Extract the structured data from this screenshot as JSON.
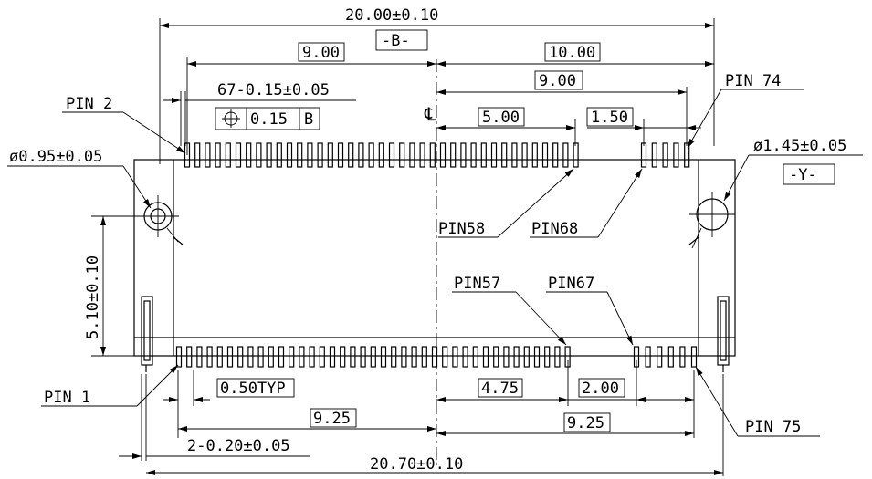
{
  "dimensions": {
    "overall_top": "20.00±0.10",
    "datum_b": "-B-",
    "dim_9_00_left": "9.00",
    "dim_10_00": "10.00",
    "dim_9_00_right": "9.00",
    "pitch_top": "67-0.15±0.05",
    "position_tol_value": "0.15",
    "position_tol_datum": "B",
    "dim_5_00": "5.00",
    "dim_1_50": "1.50",
    "hole_left": "ø0.95±0.05",
    "hole_right": "ø1.45±0.05",
    "datum_y": "-Y-",
    "height": "5.10±0.10",
    "pitch_typ": "0.50TYP",
    "dim_4_75": "4.75",
    "dim_2_00": "2.00",
    "dim_9_25_left": "9.25",
    "dim_9_25_right": "9.25",
    "pitch_bottom": "2-0.20±0.05",
    "overall_bottom": "20.70±0.10"
  },
  "pins": {
    "pin_2": "PIN  2",
    "pin_74": "PIN  74",
    "pin_58": "PIN58",
    "pin_68": "PIN68",
    "pin_57": "PIN57",
    "pin_67": "PIN67",
    "pin_1": "PIN  1",
    "pin_75": "PIN  75"
  },
  "centerline_symbol": "CL"
}
